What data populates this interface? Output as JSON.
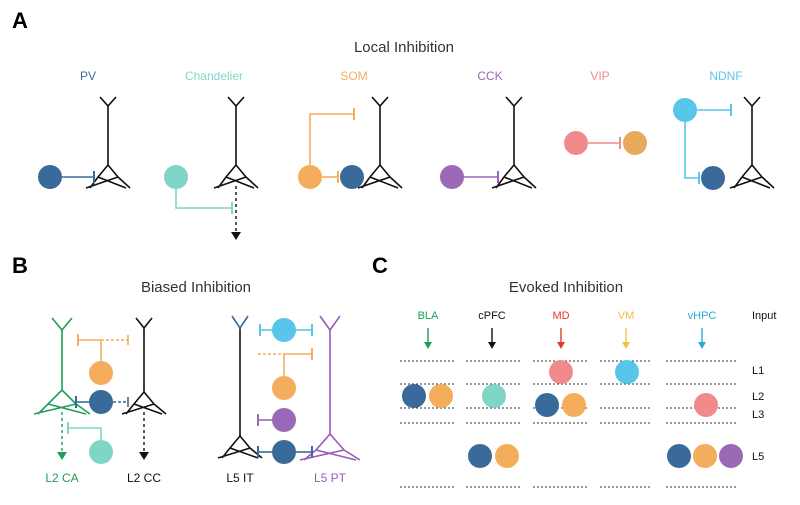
{
  "colors": {
    "pv": "#3a6a9a",
    "chandelier": "#7fd6c6",
    "som": "#f3ad5b",
    "cck": "#9b69b6",
    "vip": "#f18a8d",
    "ndnf": "#58c5ea",
    "black": "#111111",
    "green": "#1e9e5a",
    "purple": "#9b59b6",
    "red": "#e03a2f",
    "yellow": "#f2c144",
    "cyan": "#2aa9d8"
  },
  "panelA": {
    "letter": "A",
    "title": "Local Inhibition",
    "labels": [
      "PV",
      "Chandelier",
      "SOM",
      "CCK",
      "VIP",
      "NDNF"
    ]
  },
  "panelB": {
    "letter": "B",
    "title": "Biased Inhibition",
    "cell_labels": [
      "L2 CA",
      "L2 CC",
      "L5 IT",
      "L5 PT"
    ]
  },
  "panelC": {
    "letter": "C",
    "title": "Evoked Inhibition",
    "inputs": [
      "BLA",
      "cPFC",
      "MD",
      "VM",
      "vHPC"
    ],
    "input_header": "Input",
    "layers": [
      "L1",
      "L2",
      "L3",
      "L5"
    ]
  }
}
